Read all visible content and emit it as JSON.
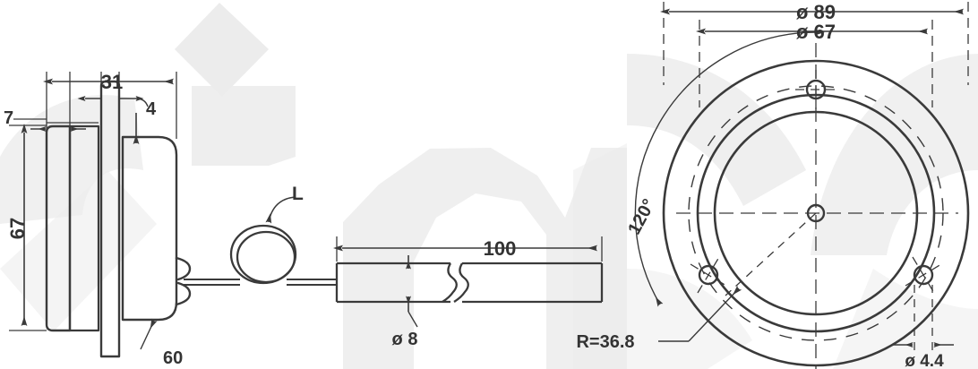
{
  "drawing": {
    "title": "Technical dimension drawing - round flange sensor with cable",
    "line_color": "#3a3a3a",
    "text_color": "#333333",
    "watermark_color": "#eeeeee",
    "background": "#ffffff"
  },
  "side_view": {
    "labels": {
      "width_31": "31",
      "plate_4": "4",
      "flange_7": "7",
      "height_67": "67",
      "body_60": "60"
    }
  },
  "cable_view": {
    "labels": {
      "loop_L": "L",
      "length_100": "100",
      "diameter_8": "ø 8"
    }
  },
  "front_view": {
    "labels": {
      "outer_diameter": "ø 89",
      "bolt_circle_diameter": "ø 67",
      "angle_120": "120°",
      "radius_r": "R=36.8",
      "hole_diameter": "ø 4.4"
    }
  },
  "chart_data": {
    "type": "table",
    "title": "Flange sensor dimensions (mm)",
    "categories": [
      "31",
      "4",
      "7",
      "67",
      "60",
      "L",
      "100",
      "ø 8",
      "ø 89",
      "ø 67",
      "120°",
      "R=36.8",
      "ø 4.4"
    ],
    "values": [
      31,
      4,
      7,
      67,
      60,
      0,
      100,
      8,
      89,
      67,
      120,
      36.8,
      4.4
    ]
  }
}
